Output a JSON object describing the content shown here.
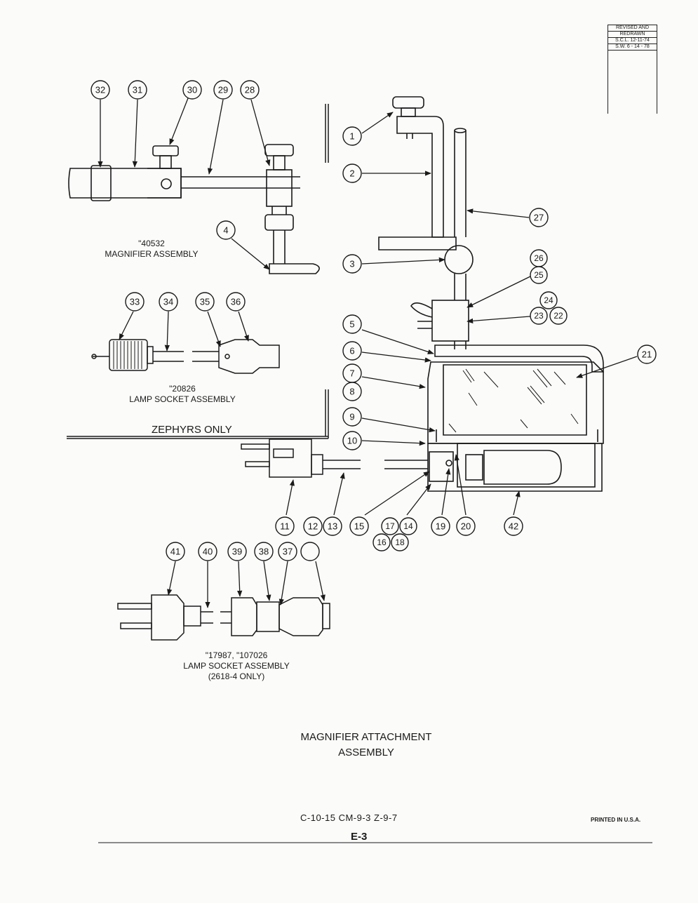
{
  "revision_block": {
    "line1": "REVISED AND",
    "line2": "REDRAWN",
    "line3": "S.C.L. 12-11-74",
    "line4": "S.W. 6 - 14 - 78"
  },
  "callouts": [
    "32",
    "31",
    "30",
    "29",
    "28",
    "4",
    "33",
    "34",
    "35",
    "36",
    "1",
    "2",
    "27",
    "3",
    "26",
    "25",
    "24",
    "23",
    "22",
    "21",
    "5",
    "6",
    "7",
    "8",
    "9",
    "10",
    "11",
    "12",
    "13",
    "15",
    "17",
    "14",
    "16",
    "18",
    "19",
    "20",
    "42",
    "41",
    "40",
    "39",
    "38",
    "37"
  ],
  "magnifier_assembly": {
    "number": "\"40532",
    "label": "MAGNIFIER ASSEMBLY"
  },
  "lamp_socket_zephyr": {
    "number": "\"20826",
    "label": "LAMP SOCKET ASSEMBLY"
  },
  "zephyrs_only": "ZEPHYRS ONLY",
  "lamp_socket_2618": {
    "number": "\"17987, \"107026",
    "label": "LAMP SOCKET ASSEMBLY",
    "note": "(2618-4 ONLY)"
  },
  "title": {
    "line1": "MAGNIFIER ATTACHMENT",
    "line2": "ASSEMBLY"
  },
  "codes": "C-10-15  CM-9-3  Z-9-7",
  "printed": "PRINTED IN U.S.A.",
  "page_number": "E-3"
}
